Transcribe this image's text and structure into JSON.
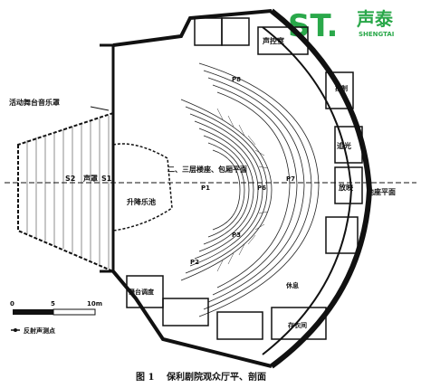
{
  "logo": {
    "mark": "ST.",
    "name_cn": "声泰",
    "name_en": "SHENGTAI",
    "color": "#2aa84a"
  },
  "labels": {
    "movable_canopy": "活动舞台音乐罩",
    "stage_s2": "S2",
    "stage_tai": "声罩",
    "stage_s1": "S1",
    "lift_pit": "升降乐池",
    "balcony_plan": "二、三层楼座、包厢平面",
    "p1": "P1",
    "p2": "P2",
    "p3": "P3",
    "p6": "P6",
    "p7": "P7",
    "p8": "P8",
    "control_room": "声控室",
    "lighting_room": "控制",
    "follow_spot": "追光",
    "projection": "放映",
    "ground_floor_plan": "池座平面",
    "stage_control": "舞台调度",
    "lounge": "休息",
    "cloakroom": "存衣间"
  },
  "scale": {
    "ticks": [
      "0",
      "5",
      "10m"
    ]
  },
  "legend": {
    "reflection_point": "反射声测点"
  },
  "caption": {
    "fig": "图 1",
    "title": "保利剧院观众厅平、剖面"
  }
}
